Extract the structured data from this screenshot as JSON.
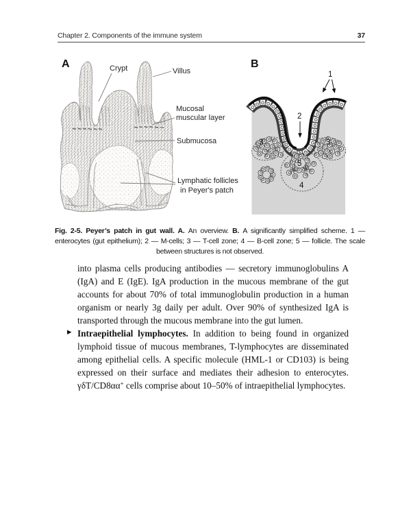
{
  "header": {
    "chapter": "Chapter 2. Components of the immune system",
    "page": "37"
  },
  "figure": {
    "panel_a": {
      "letter": "A",
      "label_crypt": "Crypt",
      "label_villus": "Villus",
      "label_mucosal_1": "Mucosal",
      "label_mucosal_2": "muscular layer",
      "label_submucosa": "Submucosa",
      "label_follicles_1": "Lymphatic follicles",
      "label_follicles_2": "in Peyer's patch"
    },
    "panel_b": {
      "letter": "B",
      "num_1": "1",
      "num_2": "2",
      "num_3": "3",
      "num_4": "4",
      "num_5": "5"
    }
  },
  "caption": {
    "fig_label": "Fig. 2-5. ",
    "title": "Peyer’s patch in gut wall. ",
    "a_label": "A. ",
    "a_text": "An overview. ",
    "b_label": "B. ",
    "b_text": "A significantly simplified scheme. ",
    "legend": "1 — enterocytes (gut epithelium); 2 — M-cells; 3 — T-cell zone; 4 — B-cell zone; 5 — follicle. The scale between structures is not observed."
  },
  "body": {
    "p1": "into plasma cells producing antibodies — secretory immunoglobulins A (IgA) and E (IgE). IgA production in the mucous membrane of the gut accounts for about 70% of total immunoglobulin production in a human organism or nearly 3g daily per adult. Over 90% of synthesized IgA is transported through the mucous membrane into the gut lumen.",
    "p2_bullet": "▶",
    "p2_bold": "Intraepithelial lymphocytes.",
    "p2_text1": " In addition to being found in organized lymphoid tissue of mucous membranes, T-lymphocytes are disseminated among epithelial cells. A specific molecule (HML-1 or CD103) is being expressed on their surface and mediates their adhesion to enterocytes. γδT/CD8αα",
    "p2_sup": "+",
    "p2_text2": " cells comprise about 10–50% of intraepithelial lymphocytes."
  }
}
